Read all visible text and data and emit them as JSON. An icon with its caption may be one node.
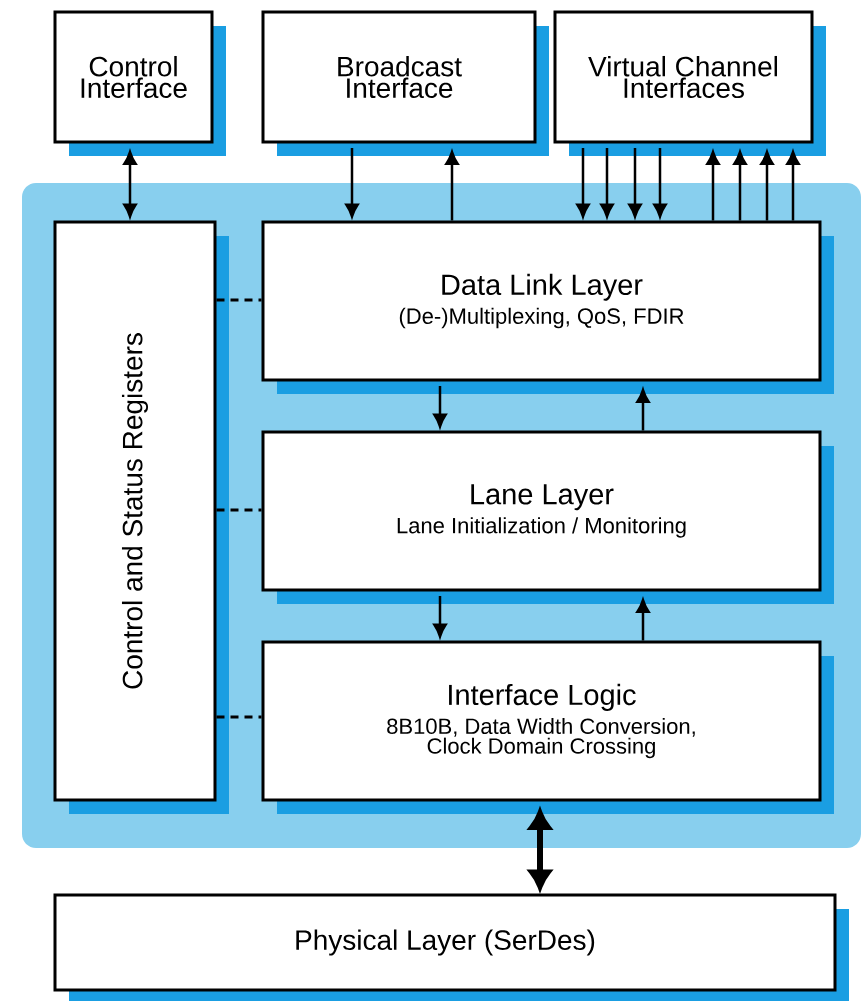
{
  "diagram": {
    "nodes": [
      {
        "text": [
          "Control Interface"
        ]
      },
      {
        "text": [
          "Broadcast Interface"
        ]
      },
      {
        "text": [
          "Virtual Channel Interfaces"
        ]
      },
      {
        "text": [],
        "shape": "box"
      },
      {
        "text": [
          "Control and Status Registers"
        ],
        "in": 3
      },
      {
        "text": [
          "Data Link Layer",
          "(De-)Multiplexing, QoS, FDIR"
        ],
        "in": 3
      },
      {
        "text": [
          "Lane Layer",
          "Lane Initialization / Monitoring"
        ],
        "in": 3
      },
      {
        "text": [
          "Interface Logic",
          "8B10B, Data Width Conversion, Clock Domain Crossing"
        ],
        "in": 3
      },
      {
        "text": [
          "Physical Layer (SerDes)"
        ]
      }
    ],
    "edges": [
      {
        "from": 0,
        "to": 4,
        "arrow": "both"
      },
      {
        "from": 1,
        "to": 5,
        "arrow": "to"
      },
      {
        "from": 5,
        "to": 1,
        "arrow": "to"
      },
      {
        "from": 2,
        "to": 5,
        "arrow": "to"
      },
      {
        "from": 2,
        "to": 5,
        "arrow": "to"
      },
      {
        "from": 2,
        "to": 5,
        "arrow": "to"
      },
      {
        "from": 2,
        "to": 5,
        "arrow": "to"
      },
      {
        "from": 5,
        "to": 2,
        "arrow": "to"
      },
      {
        "from": 5,
        "to": 2,
        "arrow": "to"
      },
      {
        "from": 5,
        "to": 2,
        "arrow": "to"
      },
      {
        "from": 5,
        "to": 2,
        "arrow": "to"
      },
      {
        "from": 4,
        "to": 5,
        "arrow": "none",
        "style": "dashed"
      },
      {
        "from": 4,
        "to": 6,
        "arrow": "none",
        "style": "dashed"
      },
      {
        "from": 4,
        "to": 7,
        "arrow": "none",
        "style": "dashed"
      },
      {
        "from": 5,
        "to": 6,
        "arrow": "to"
      },
      {
        "from": 6,
        "to": 5,
        "arrow": "to"
      },
      {
        "from": 6,
        "to": 7,
        "arrow": "to"
      },
      {
        "from": 7,
        "to": 6,
        "arrow": "to"
      },
      {
        "from": 7,
        "to": 8,
        "arrow": "both",
        "style": "thick"
      }
    ]
  }
}
